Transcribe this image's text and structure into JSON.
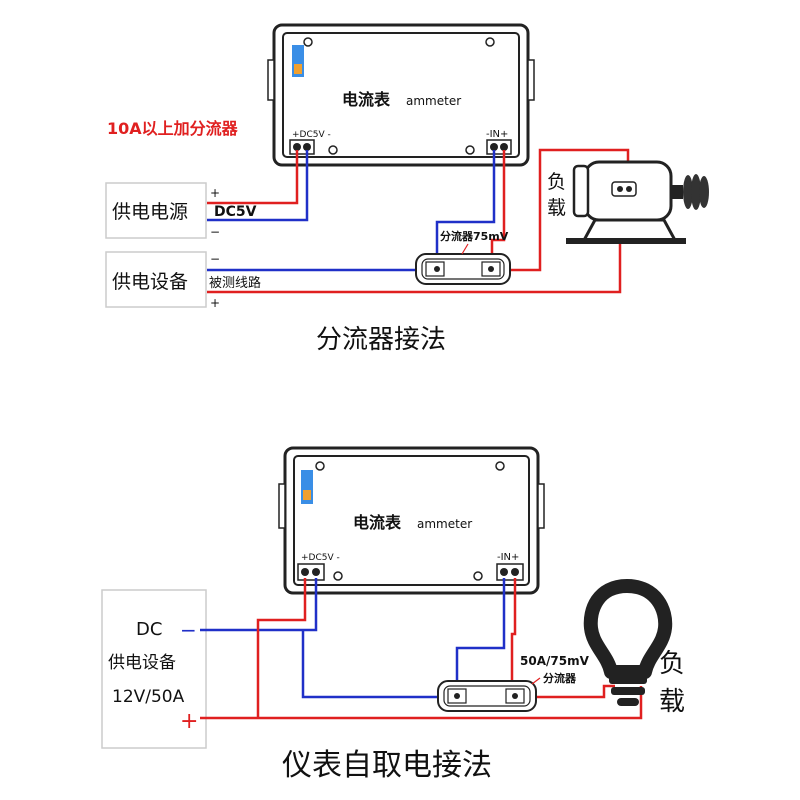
{
  "top": {
    "meter_label": "电流表",
    "meter_label_en": "ammeter",
    "dc5v_terminal": "+DC5V -",
    "in_terminal": "-IN+",
    "warning": "10A以上加分流器",
    "power_source": "供电电源",
    "dc5v": "DC5V",
    "equipment": "供电设备",
    "line_label": "被测线路",
    "shunt_label": "分流器75mV",
    "load_label_1": "负",
    "load_label_2": "载",
    "plus": "+",
    "minus": "−",
    "caption": "分流器接法"
  },
  "bottom": {
    "meter_label": "电流表",
    "meter_label_en": "ammeter",
    "dc5v_terminal": "+DC5V -",
    "in_terminal": "-IN+",
    "supply_line1": "DC",
    "supply_line2": "供电设备",
    "supply_line3": "12V/50A",
    "plus": "+",
    "minus": "−",
    "shunt_spec": "50A/75mV",
    "shunt_label": "分流器",
    "load_label_1": "负",
    "load_label_2": "载",
    "caption": "仪表自取电接法"
  },
  "colors": {
    "red_wire": "#e02020",
    "blue_wire": "#2030c8",
    "warning_text": "#e02020",
    "box_border": "#222222",
    "led_blue": "#3a8ee6",
    "led_orange": "#f0a030"
  }
}
